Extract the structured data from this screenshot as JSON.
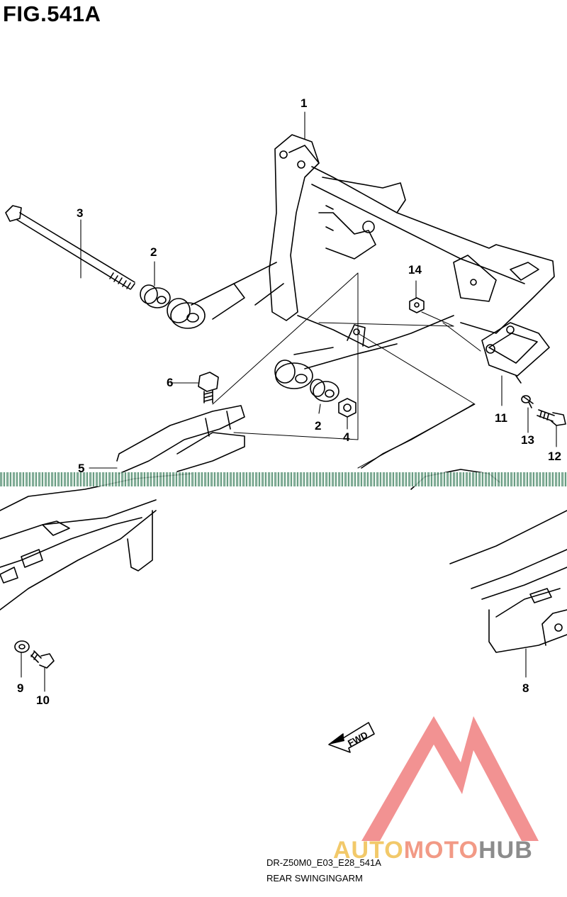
{
  "figure": {
    "title": "FIG.541A",
    "code": "DR-Z50M0_E03_E28_541A",
    "subtitle": "REAR SWINGINGARM"
  },
  "callouts": [
    {
      "id": "1",
      "label": "1"
    },
    {
      "id": "2a",
      "label": "2"
    },
    {
      "id": "2b",
      "label": "2"
    },
    {
      "id": "3",
      "label": "3"
    },
    {
      "id": "4",
      "label": "4"
    },
    {
      "id": "5",
      "label": "5"
    },
    {
      "id": "6",
      "label": "6"
    },
    {
      "id": "8",
      "label": "8"
    },
    {
      "id": "9",
      "label": "9"
    },
    {
      "id": "10",
      "label": "10"
    },
    {
      "id": "11",
      "label": "11"
    },
    {
      "id": "12",
      "label": "12"
    },
    {
      "id": "13",
      "label": "13"
    },
    {
      "id": "14",
      "label": "14"
    }
  ],
  "direction_arrow": {
    "label": "FWD"
  },
  "watermark": {
    "word1": "AUTO",
    "word2": "MOTO",
    "word3": "HUB",
    "logo_color": "#f08080",
    "colors": {
      "auto": "#f2c96a",
      "moto": "#f29a86",
      "hub": "#8c8c8c"
    }
  }
}
